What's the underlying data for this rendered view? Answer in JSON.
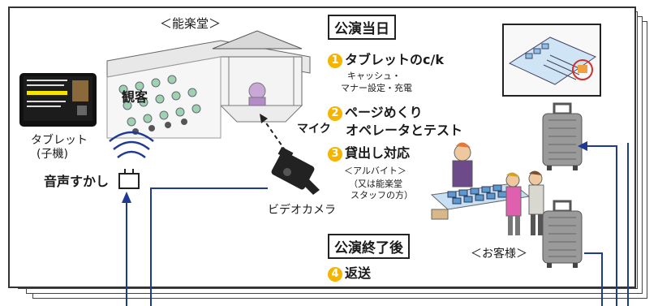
{
  "venue": {
    "label": "＜能楽堂＞",
    "audience_label": "観客"
  },
  "tablet": {
    "label_line1": "タブレット",
    "label_line2": "(子機)"
  },
  "watermark": {
    "label": "音声すかし"
  },
  "mic": {
    "label": "マイク"
  },
  "camera": {
    "label": "ビデオカメラ"
  },
  "day_of": {
    "title": "公演当日",
    "steps": [
      {
        "num": "1",
        "text": "タブレットのc/k",
        "sub": [
          "キャッシュ・",
          "マナー設定・充電"
        ]
      },
      {
        "num": "2",
        "text_line1": "ページめくり",
        "text_line2": "オペレータとテスト"
      },
      {
        "num": "3",
        "text": "貸出し対応"
      }
    ]
  },
  "staff": {
    "line1": "＜アルバイト＞",
    "line2": "（又は能楽堂",
    "line3": "スタッフの方）"
  },
  "customers": {
    "label": "＜お客様＞"
  },
  "after": {
    "title": "公演終了後",
    "step": {
      "num": "4",
      "text": "返送"
    }
  },
  "colors": {
    "arrow": "#1f3a93",
    "accent": "#f4b400",
    "frame": "#333333"
  }
}
